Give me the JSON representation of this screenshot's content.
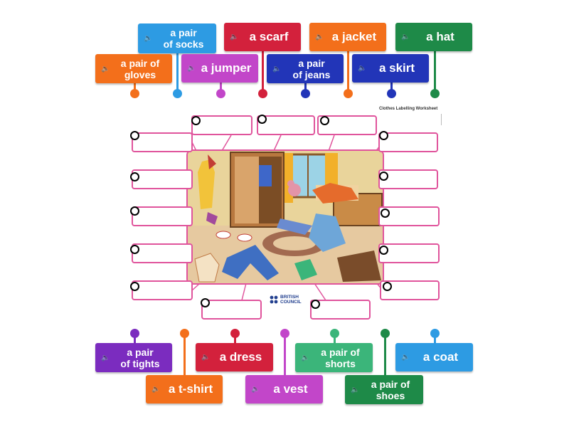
{
  "worksheet_title": "Clothes Labelling Worksheet",
  "logo_text": [
    "BRITISH",
    "COUNCIL"
  ],
  "speaker_icon": "speaker-icon",
  "colors": {
    "box_border": "#e0549c",
    "light_blue": "#2d9be3",
    "red": "#d3213c",
    "orange": "#f36f1b",
    "green": "#1e8a48",
    "magenta": "#c246c9",
    "navy": "#2235b8",
    "purple": "#7b2cbf",
    "mint": "#3bb57a"
  },
  "top_tiles": [
    {
      "label": "a pair of socks",
      "lines": [
        "a pair",
        "of socks"
      ],
      "color": "#2d9be3"
    },
    {
      "label": "a scarf",
      "lines": [
        "a scarf"
      ],
      "color": "#d3213c"
    },
    {
      "label": "a jacket",
      "lines": [
        "a jacket"
      ],
      "color": "#f36f1b"
    },
    {
      "label": "a hat",
      "lines": [
        "a hat"
      ],
      "color": "#1e8a48"
    },
    {
      "label": "a pair of gloves",
      "lines": [
        "a pair of",
        "gloves"
      ],
      "color": "#f36f1b"
    },
    {
      "label": "a jumper",
      "lines": [
        "a jumper"
      ],
      "color": "#c246c9"
    },
    {
      "label": "a pair of jeans",
      "lines": [
        "a pair",
        "of jeans"
      ],
      "color": "#2235b8"
    },
    {
      "label": "a skirt",
      "lines": [
        "a skirt"
      ],
      "color": "#2235b8"
    }
  ],
  "bottom_tiles": [
    {
      "label": "a pair of tights",
      "lines": [
        "a pair",
        "of tights"
      ],
      "color": "#7b2cbf"
    },
    {
      "label": "a dress",
      "lines": [
        "a dress"
      ],
      "color": "#d3213c"
    },
    {
      "label": "a pair of shorts",
      "lines": [
        "a pair of",
        "shorts"
      ],
      "color": "#3bb57a"
    },
    {
      "label": "a coat",
      "lines": [
        "a coat"
      ],
      "color": "#2d9be3"
    },
    {
      "label": "a t-shirt",
      "lines": [
        "a t-shirt"
      ],
      "color": "#f36f1b"
    },
    {
      "label": "a vest",
      "lines": [
        "a vest"
      ],
      "color": "#c246c9"
    },
    {
      "label": "a pair of shoes",
      "lines": [
        "a pair of",
        "shoes"
      ],
      "color": "#1e8a48"
    }
  ],
  "drop_zone_count": 15
}
